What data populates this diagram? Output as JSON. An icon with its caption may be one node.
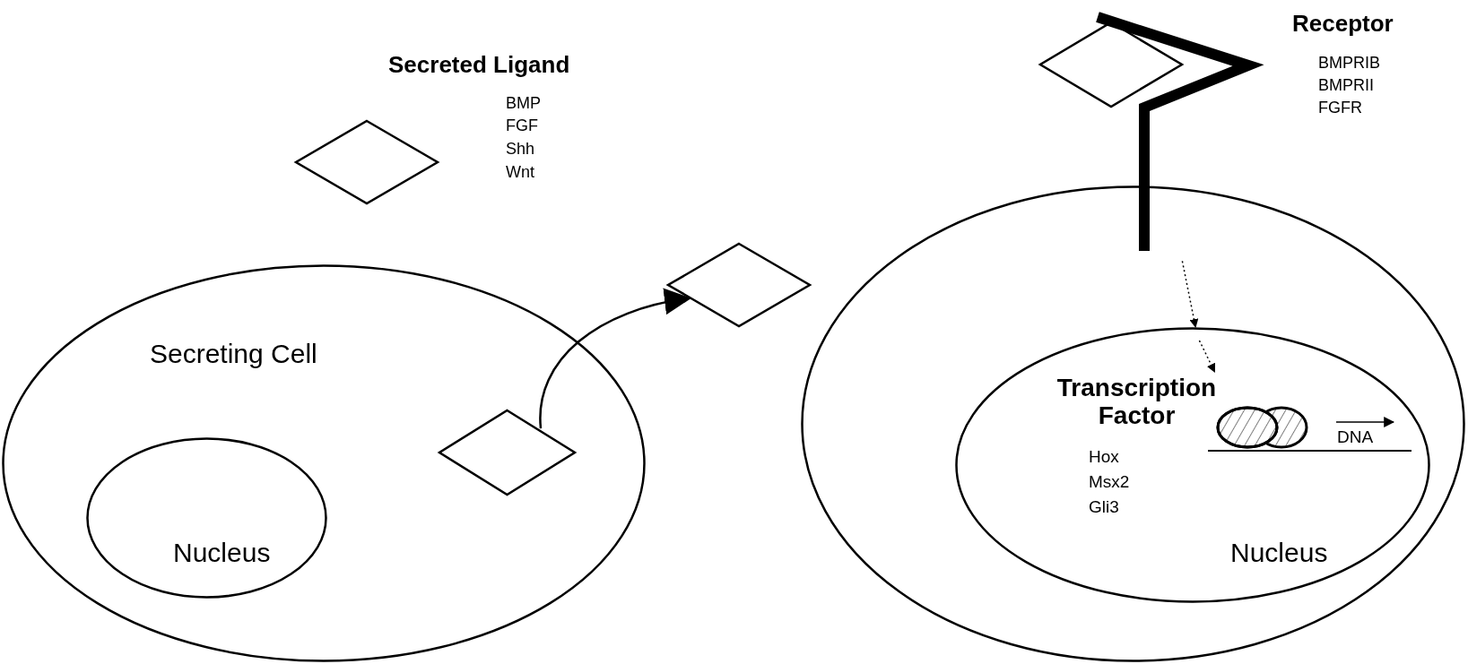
{
  "diagram": {
    "nodes": [
      {
        "text": [],
        "shape": "diamond",
        "beside": [
          "Secreted Ligand",
          "BMP",
          "FGF",
          "Shh",
          "Wnt"
        ]
      },
      {
        "text": [],
        "shape": "diamond"
      },
      {
        "text": [],
        "shape": "picture",
        "beside": [
          "Receptor",
          "BMPRIB",
          "BMPRII",
          "FGFR"
        ]
      },
      {
        "text": [
          "Secreting Cell"
        ]
      },
      {
        "text": [
          "Nucleus"
        ],
        "in": 3
      },
      {
        "text": [],
        "shape": "diamond",
        "in": 3
      },
      {
        "text": [],
        "shape": "diamond"
      },
      {
        "text": [],
        "shape": "ellipse"
      },
      {
        "text": [
          "Nucleus"
        ],
        "in": 7
      },
      {
        "text": [
          "Transcription Factor",
          "Hox",
          "Msx2",
          "Gli3"
        ],
        "in": 8
      }
    ],
    "edges": [
      {
        "from": 5,
        "to": 6,
        "arrow": "to"
      },
      {
        "from": 2,
        "to": 8,
        "arrow": "to",
        "style": "dashed"
      },
      {
        "from": null,
        "to": 9,
        "arrow": "to",
        "style": "dashed"
      }
    ],
    "labels": [
      "DNA"
    ]
  }
}
